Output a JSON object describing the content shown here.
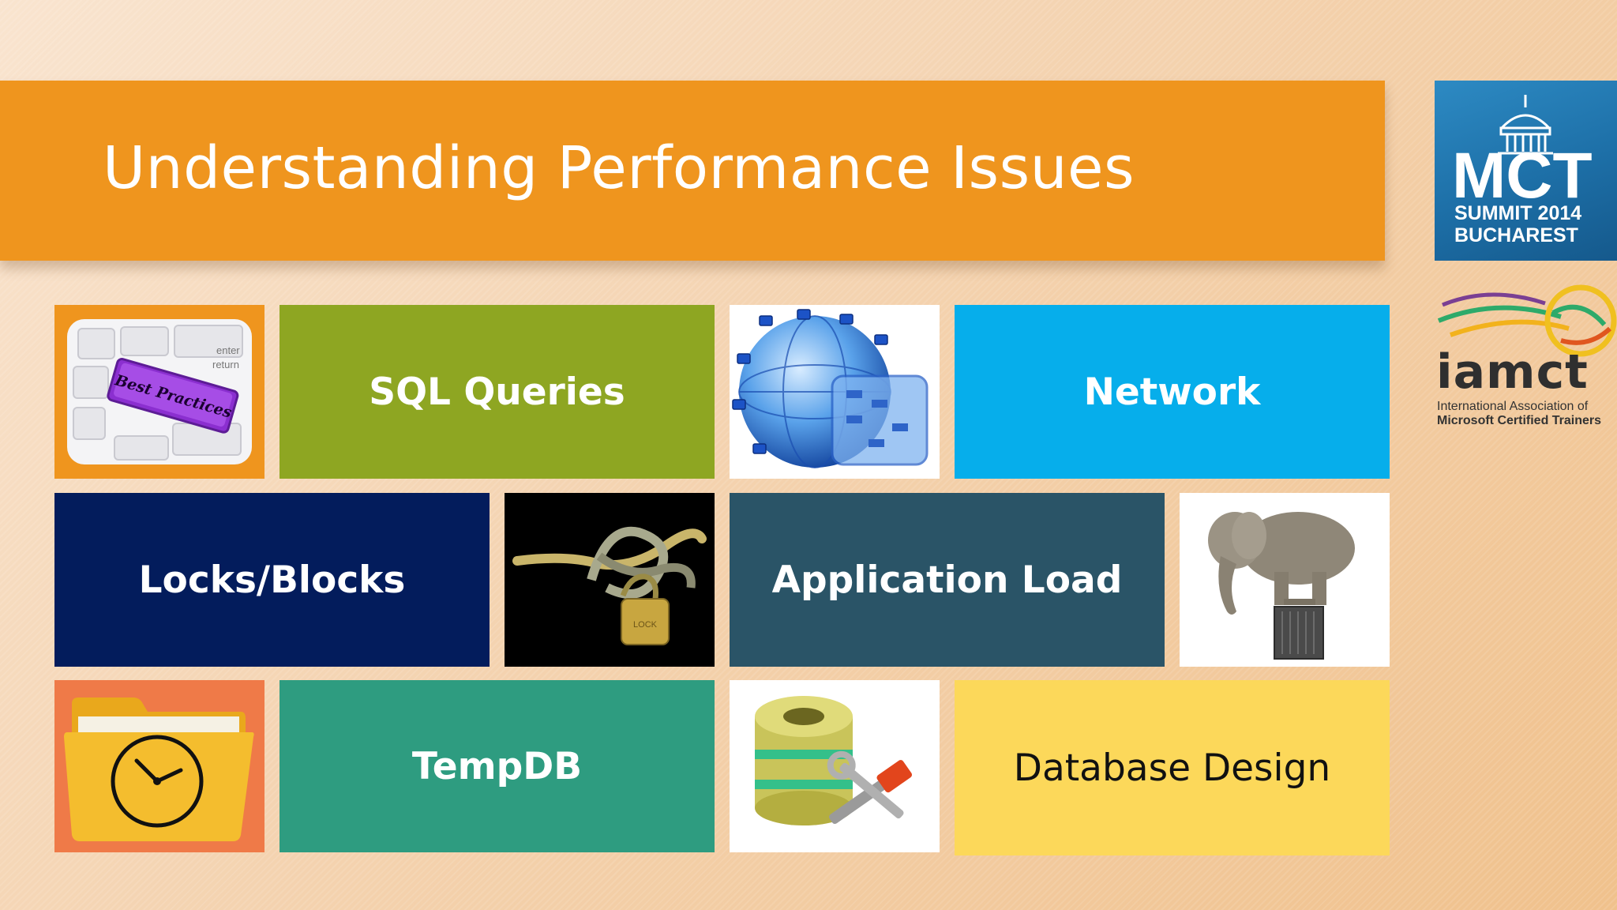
{
  "slide": {
    "title": "Understanding Performance Issues"
  },
  "tiles": [
    {
      "label": "SQL Queries",
      "color": "#8ea622"
    },
    {
      "label": "Network",
      "color": "#06aeeb"
    },
    {
      "label": "Locks/Blocks",
      "color": "#031c5c"
    },
    {
      "label": "Application Load",
      "color": "#2a5467"
    },
    {
      "label": "TempDB",
      "color": "#2e9c80"
    },
    {
      "label": "Database Design",
      "color": "#fcd85a"
    }
  ],
  "images": {
    "best_practices_key": "Best Practices",
    "keyboard_keys": [
      "enter",
      "return"
    ],
    "padlock_text": "LOCK"
  },
  "logos": {
    "mct": {
      "line1": "MCT",
      "line2": "SUMMIT 2014",
      "line3": "BUCHAREST"
    },
    "iamct": {
      "word": "iamct",
      "line1": "International  Association  of",
      "line2": "Microsoft Certified Trainers"
    }
  },
  "colors": {
    "title_bar": "#ef951e",
    "orange_frame": "#ef951e",
    "folder_frame": "#ef7a48"
  }
}
